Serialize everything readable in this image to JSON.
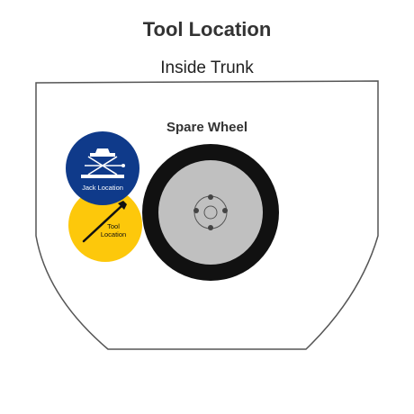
{
  "title": "Tool Location",
  "subtitle": "Inside Trunk",
  "spare_wheel": {
    "label": "Spare Wheel"
  },
  "jack": {
    "label": "Jack Location"
  },
  "tool": {
    "label_line1": "Tool",
    "label_line2": "Location"
  },
  "colors": {
    "jack_circle": "#0f3a8a",
    "tool_circle": "#fdc80b",
    "tire": "#111111",
    "rim": "#c0c0c0",
    "trunk_outline": "#555555"
  },
  "icons": [
    "jack-icon",
    "wrench-icon",
    "spare-wheel-icon"
  ]
}
